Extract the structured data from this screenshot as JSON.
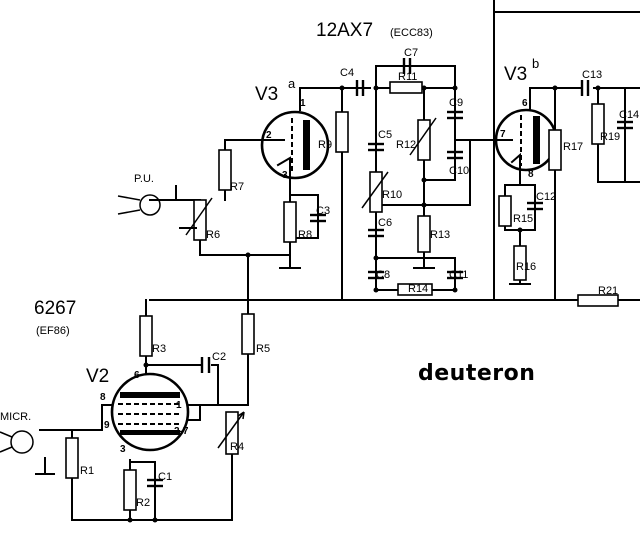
{
  "tubes": {
    "v3": {
      "type": "12AX7",
      "equiv": "(ECC83)",
      "section_a": "V3",
      "section_a_sup": "a",
      "section_b": "V3",
      "section_b_sup": "b"
    },
    "v2": {
      "type": "6267",
      "equiv": "(EF86)",
      "name": "V2"
    }
  },
  "inputs": {
    "pu": "P.U.",
    "micr": "MICR."
  },
  "brand": "deuteron",
  "pins": {
    "v3a_anode": "1",
    "v3a_grid": "2",
    "v3a_cathode": "3",
    "v3b_anode": "6",
    "v3b_grid": "7",
    "v3b_cathode": "8",
    "v2_anode": "6",
    "v2_g2": "1",
    "v2_g3": "8",
    "v2_g1": "9",
    "v2_k": "3",
    "v2_h": "2-7"
  },
  "components": {
    "R1": "R1",
    "R2": "R2",
    "R3": "R3",
    "R4": "R4",
    "R5": "R5",
    "R6": "R6",
    "R7": "R7",
    "R8": "R8",
    "R9": "R9",
    "R10": "R10",
    "R11": "R11",
    "R12": "R12",
    "R13": "R13",
    "R14": "R14",
    "R15": "R15",
    "R16": "R16",
    "R17": "R17",
    "R19": "R19",
    "R21": "R21",
    "C1": "C1",
    "C2": "C2",
    "C3": "C3",
    "C4": "C4",
    "C5": "C5",
    "C6": "C6",
    "C7": "C7",
    "C8": "C8",
    "C9": "C9",
    "C10": "C10",
    "C11": "C11",
    "C12": "C12",
    "C13": "C13",
    "C14": "C14"
  }
}
